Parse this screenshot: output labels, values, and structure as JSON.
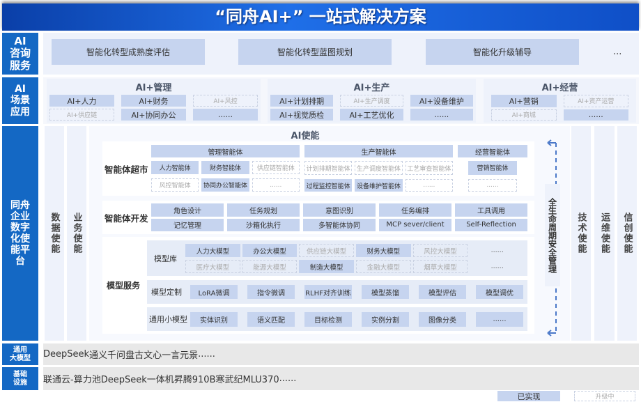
{
  "title": "“同舟AI+” 一站式解决方案",
  "consulting": {
    "label": [
      "AI",
      "咨询",
      "服务"
    ],
    "items": [
      {
        "t": "智能化转型成熟度评估",
        "s": "done"
      },
      {
        "t": "智能化转型蓝图规划",
        "s": "done"
      },
      {
        "t": "智能化升级辅导",
        "s": "done"
      }
    ],
    "more": "..."
  },
  "scenario": {
    "label": [
      "AI",
      "场景",
      "应用"
    ],
    "panels": [
      {
        "title": "AI+管理",
        "cols": 3,
        "items": [
          {
            "t": "AI+人力",
            "s": "done"
          },
          {
            "t": "AI+财务",
            "s": "done"
          },
          {
            "t": "AI+风控",
            "s": "up"
          },
          {
            "t": "AI+供应链",
            "s": "up"
          },
          {
            "t": "AI+协同办公",
            "s": "done"
          },
          {
            "t": "......",
            "s": "done"
          }
        ]
      },
      {
        "title": "AI+生产",
        "cols": 3,
        "items": [
          {
            "t": "AI+计划排期",
            "s": "done"
          },
          {
            "t": "AI+生产调度",
            "s": "up"
          },
          {
            "t": "AI+设备维护",
            "s": "done"
          },
          {
            "t": "AI+视觉质检",
            "s": "done"
          },
          {
            "t": "AI+工艺优化",
            "s": "done"
          },
          {
            "t": "......",
            "s": "done"
          }
        ]
      },
      {
        "title": "AI+经营",
        "cols": 2,
        "items": [
          {
            "t": "AI+营销",
            "s": "done"
          },
          {
            "t": "AI+资产运营",
            "s": "up"
          },
          {
            "t": "AI+商城",
            "s": "up"
          },
          {
            "t": "......",
            "s": "done"
          }
        ]
      }
    ]
  },
  "platform": {
    "label": [
      "同舟",
      "企业",
      "数字",
      "化使",
      "能平",
      "台"
    ],
    "data_enable": "数据使能",
    "biz_enable": "业务使能",
    "ai_enable": "AI使能",
    "security": "全生命周期安全管理",
    "tech_enable": "技术使能",
    "ops_enable": "运维使能",
    "xc_enable": "信创使能",
    "market": {
      "label": "智能体超市",
      "groups": [
        {
          "header": "管理智能体",
          "cols": 3,
          "items": [
            {
              "t": "人力智能体",
              "s": "done"
            },
            {
              "t": "财务智能体",
              "s": "done"
            },
            {
              "t": "供应链智能体",
              "s": "up"
            },
            {
              "t": "风控智能体",
              "s": "up"
            },
            {
              "t": "协同办公智能体",
              "s": "done"
            },
            {
              "t": "......",
              "s": "up"
            }
          ]
        },
        {
          "header": "生产智能体",
          "cols": 3,
          "items": [
            {
              "t": "计划排期智能体",
              "s": "up"
            },
            {
              "t": "生产调度智能体",
              "s": "up"
            },
            {
              "t": "工艺审查智能体",
              "s": "up"
            },
            {
              "t": "过程监控智能体",
              "s": "done"
            },
            {
              "t": "设备维护智能体",
              "s": "done"
            },
            {
              "t": "......",
              "s": "up"
            }
          ]
        },
        {
          "header": "经营智能体",
          "cols": 1,
          "items": [
            {
              "t": "营销智能体",
              "s": "done"
            },
            {
              "t": "......",
              "s": "up"
            }
          ]
        }
      ]
    },
    "dev": {
      "label": "智能体开发",
      "items": [
        {
          "t": "角色设计",
          "s": "done"
        },
        {
          "t": "任务规划",
          "s": "done"
        },
        {
          "t": "意图识别",
          "s": "done"
        },
        {
          "t": "任务编排",
          "s": "done"
        },
        {
          "t": "工具调用",
          "s": "done"
        },
        {
          "t": "记忆管理",
          "s": "done"
        },
        {
          "t": "沙箱化执行",
          "s": "done"
        },
        {
          "t": "多智能体协同",
          "s": "done"
        },
        {
          "t": "MCP sever/client",
          "s": "done"
        },
        {
          "t": "Self-Reflection",
          "s": "done"
        }
      ]
    },
    "model": {
      "label": "模型服务",
      "library": {
        "label": "模型库",
        "items": [
          {
            "t": "人力大模型",
            "s": "done"
          },
          {
            "t": "办公大模型",
            "s": "done"
          },
          {
            "t": "供应链大模型",
            "s": "up"
          },
          {
            "t": "财务大模型",
            "s": "done"
          },
          {
            "t": "风控大模型",
            "s": "up"
          },
          {
            "t": "......",
            "s": "plain"
          },
          {
            "t": "医疗大模型",
            "s": "up"
          },
          {
            "t": "能源大模型",
            "s": "up"
          },
          {
            "t": "制造大模型",
            "s": "done"
          },
          {
            "t": "金融大模型",
            "s": "up"
          },
          {
            "t": "烟草大模型",
            "s": "up"
          },
          {
            "t": "......",
            "s": "plain"
          }
        ]
      },
      "custom": {
        "label": "模型定制",
        "items": [
          {
            "t": "LoRA微调",
            "s": "done"
          },
          {
            "t": "指令微调",
            "s": "done"
          },
          {
            "t": "RLHF对齐训练",
            "s": "done"
          },
          {
            "t": "模型蒸馏",
            "s": "done"
          },
          {
            "t": "模型评估",
            "s": "done"
          },
          {
            "t": "模型调优",
            "s": "done"
          }
        ]
      },
      "small": {
        "label": "通用小模型",
        "items": [
          {
            "t": "实体识别",
            "s": "done"
          },
          {
            "t": "语义匹配",
            "s": "done"
          },
          {
            "t": "目标检测",
            "s": "done"
          },
          {
            "t": "实例分割",
            "s": "done"
          },
          {
            "t": "图像分类",
            "s": "done"
          },
          {
            "t": "......",
            "s": "done"
          }
        ]
      }
    }
  },
  "llm": {
    "label": [
      "通用",
      "大模型"
    ],
    "items": [
      "DeepSeek",
      "通义千问",
      "盘古",
      "文心一言",
      "元景",
      "......"
    ]
  },
  "infra": {
    "label": [
      "基础",
      "设施"
    ],
    "items": [
      "联通云-算力池",
      "DeepSeek一体机",
      "昇腾910B",
      "寒武纪MLU370",
      "......"
    ]
  },
  "legend": {
    "done": "已实现",
    "up": "升级中"
  },
  "colors": {
    "brand": "#1468c4",
    "done": "#c6d4ef",
    "panel": "#eef2fb"
  }
}
